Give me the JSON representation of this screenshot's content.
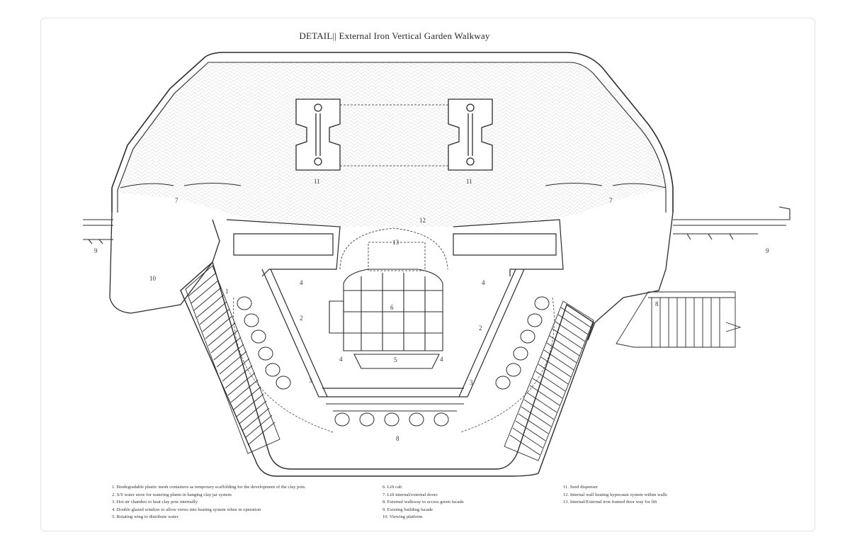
{
  "title": "DETAIL|| External Iron Vertical Garden Walkway",
  "callouts": {
    "n1": "1",
    "n2": "2",
    "n3": "3",
    "n4": "4",
    "n5": "5",
    "n6": "6",
    "n7": "7",
    "n8": "8",
    "n9": "9",
    "n10": "10",
    "n11": "11",
    "n12": "12",
    "n13": "13"
  },
  "legend": {
    "col1": [
      "1. Biodegradable plastic mesh containers as temporary scaffolding for the development of the clay pots.",
      "2. S/S water store for watering plants in hanging clay jar system",
      "3. Hot air chamber to heat clay pots internally",
      "4. Double glazed window to allow views into heating system when in operation",
      "5. Rotating wing to distribute water"
    ],
    "col2": [
      "6. Lift cab",
      "7. Lift internal/external doors",
      "8. External walkway to access green facade",
      "9. Existing building facade",
      "10. Viewing platform"
    ],
    "col3": [
      "11. Seed dispenser",
      "12. Internal wall heating hypocaust system within walls",
      "13. Internal/External iron framed door way for lift"
    ]
  },
  "colors": {
    "ink": "#2b2b2b",
    "hatch": "#dcdcdc",
    "frame": "#e3e3e3"
  }
}
